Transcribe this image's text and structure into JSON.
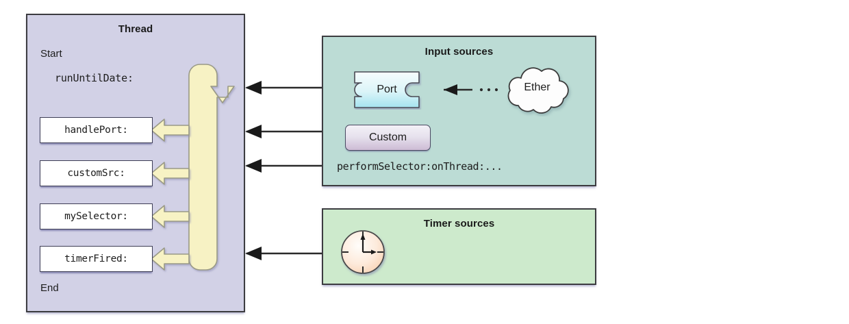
{
  "diagram": {
    "title": "Run loop and input sources diagram",
    "colors": {
      "thread_panel_bg": "#d2d1e6",
      "input_panel_bg": "#bcdcd5",
      "timer_panel_bg": "#cdeacc",
      "panel_border": "#3c3c40",
      "loop_arrow_fill": "#f7f2c4",
      "loop_arrow_stroke": "#9a9a86",
      "method_box_bg": "#ffffff",
      "canvas_bg": "#ffffff",
      "port_gradient_top": "#f2fbfd",
      "port_gradient_bottom": "#a8e4ee",
      "custom_gradient_top": "#f3f1f7",
      "custom_gradient_bottom": "#cdbcd5",
      "clock_face": "#fbe3cf",
      "arrow_black": "#1a1a1a"
    }
  },
  "thread_panel": {
    "title": "Thread",
    "start_label": "Start",
    "end_label": "End",
    "run_until_date": "runUntilDate:",
    "methods": [
      {
        "label": "handlePort:"
      },
      {
        "label": "customSrc:"
      },
      {
        "label": "mySelector:"
      },
      {
        "label": "timerFired:"
      }
    ],
    "loop_arrow_name": "run-loop-cycle-arrow"
  },
  "input_panel": {
    "title": "Input sources",
    "port": {
      "label": "Port"
    },
    "custom": {
      "label": "Custom"
    },
    "ether": {
      "label": "Ether"
    },
    "perform_selector": "performSelector:onThread:...",
    "ellipsis": "· · ·"
  },
  "timer_panel": {
    "title": "Timer sources",
    "clock_icon": "clock-icon"
  },
  "connections": [
    {
      "name": "port-to-thread-arrow",
      "from": "Input sources",
      "to": "Thread"
    },
    {
      "name": "custom-to-thread-arrow",
      "from": "Input sources",
      "to": "Thread"
    },
    {
      "name": "perform-selector-to-thread-arrow",
      "from": "Input sources",
      "to": "Thread"
    },
    {
      "name": "timer-to-thread-arrow",
      "from": "Timer sources",
      "to": "Thread"
    },
    {
      "name": "ether-to-port-arrow",
      "from": "Ether",
      "to": "Port"
    }
  ]
}
